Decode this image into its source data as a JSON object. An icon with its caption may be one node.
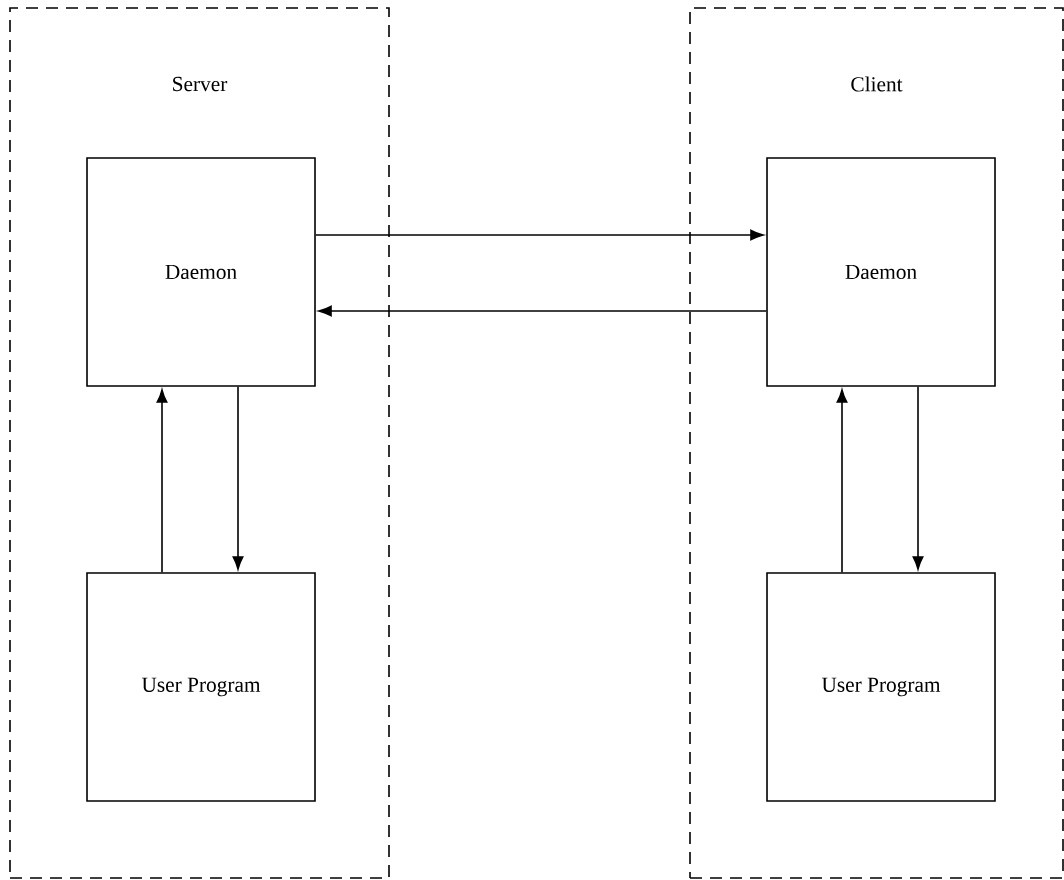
{
  "diagram": {
    "nodes": [
      {
        "text": [
          "Server"
        ]
      },
      {
        "text": [
          "Daemon"
        ],
        "in": 0
      },
      {
        "text": [
          "User Program"
        ],
        "in": 0
      },
      {
        "text": [
          "Client"
        ]
      },
      {
        "text": [
          "Daemon"
        ],
        "in": 3
      },
      {
        "text": [
          "User Program"
        ],
        "in": 3
      }
    ],
    "edges": [
      {
        "from": 1,
        "to": 4,
        "arrow": "to"
      },
      {
        "from": 4,
        "to": 1,
        "arrow": "to"
      },
      {
        "from": 2,
        "to": 1,
        "arrow": "to"
      },
      {
        "from": 1,
        "to": 2,
        "arrow": "to"
      },
      {
        "from": 5,
        "to": 4,
        "arrow": "to"
      },
      {
        "from": 4,
        "to": 5,
        "arrow": "to"
      }
    ]
  }
}
